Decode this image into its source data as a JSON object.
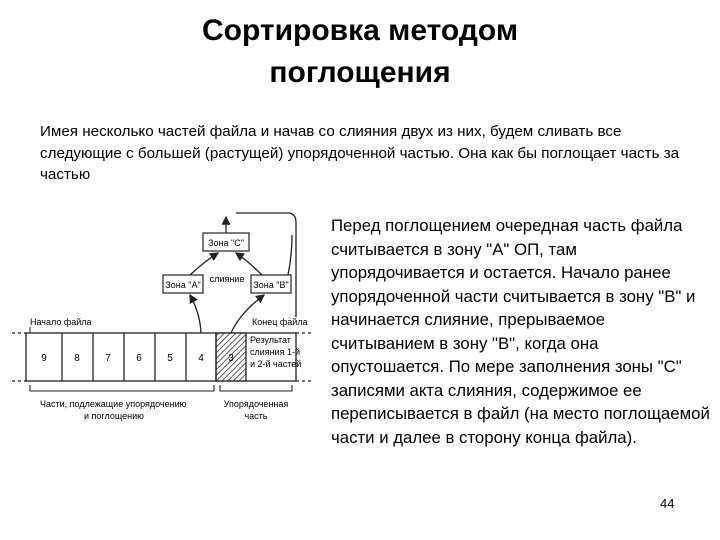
{
  "slide": {
    "title_line1": "Сортировка методом",
    "title_line2": "поглощения",
    "intro": "Имея несколько частей файла и начав со слияния двух из них, будем сливать все следующие с большей (растущей) упорядоченной частью. Она как бы поглощает часть за частью",
    "body": "Перед поглощением очередная часть файла считывается в зону \"A\" ОП, там упорядочивается и остается. Начало ранее упорядоченной части считывается в зону \"B\" и начинается слияние, прерываемое считыванием в зону \"B\", когда она опустошается. По мере заполнения зоны \"C\" записями акта слияния, содержимое ее переписывается в файл (на место поглощаемой части и далее в сторону конца файла).",
    "page_number": "44"
  },
  "figure": {
    "zone_c": "Зона \"С\"",
    "zone_a": "Зона \"А\"",
    "zone_b": "Зона \"В\"",
    "merge": "слияние",
    "file_start": "Начало файла",
    "file_end": "Конец файла",
    "cells": [
      "9",
      "8",
      "7",
      "6",
      "5",
      "4",
      "3"
    ],
    "result_line1": "Результат",
    "result_line2": "слияния 1-й",
    "result_line3": "и 2-й частей",
    "parts_label_line1": "Части, подлежащие упорядочению",
    "parts_label_line2": "и поглощению",
    "ordered_line1": "Упорядоченная",
    "ordered_line2": "часть"
  }
}
